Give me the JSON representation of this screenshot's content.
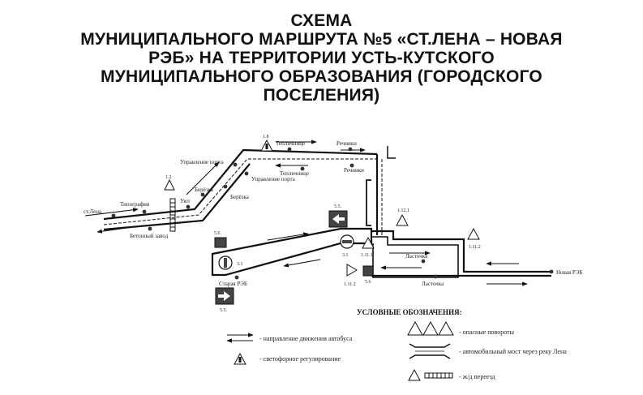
{
  "title": {
    "line1": "СХЕМА",
    "line2": "МУНИЦИПАЛЬНОГО МАРШРУТА №5 «СТ.ЛЕНА – НОВАЯ",
    "line3": "РЭБ» НА ТЕРРИТОРИИ УСТЬ-КУТСКОГО",
    "line4": "МУНИЦИПАЛЬНОГО ОБРАЗОВАНИЯ (ГОРОДСКОГО",
    "line5": "ПОСЕЛЕНИЯ)"
  },
  "stops": {
    "st_lena": "ст.Лена",
    "tipografiya": "Типография",
    "betonny_zavod": "Бетонный завод",
    "uyut": "Уют",
    "berezka_1": "Берёзка",
    "berezka_2": "Берёзка",
    "upravlenie_porta_1": "Управление порта",
    "upravlenie_porta_2": "Управление порта",
    "teplichnaya_1": "Тепличнице",
    "teplichnaya_2": "Тепличнице",
    "rechnik_1": "Речники",
    "rechnik_2": "Речники",
    "staraya_reb": "Старая РЭБ",
    "lastochka_1": "Ласточка",
    "lastochka_2": "Ласточка",
    "novaya_reb": "Новая РЭБ"
  },
  "sign_codes": {
    "s1_2": "1.2",
    "s1_8": "1.8",
    "s5_5_top": "5.5.",
    "s5_5_bottom": "5.5.",
    "s5_6_left": "5.6",
    "s5_6_mid": "5.6",
    "s3_1_a": "3.1",
    "s3_1_b": "3.1",
    "s1_11_1": "1.11.1",
    "s1_11_2_a": "1.11.2",
    "s1_11_2_b": "1.11.2",
    "s1_12_1": "1.12.1"
  },
  "legend": {
    "heading": "УСЛОВНЫЕ ОБОЗНАЧЕНИЯ:",
    "bus_direction": "- направление движения автобуса",
    "traffic_light": "- светофорное регулирование",
    "dangerous_turns": "- опасные повороты",
    "bridge": "- автомобильный мост через реку Лена",
    "railway": "- ж/д переезд"
  }
}
